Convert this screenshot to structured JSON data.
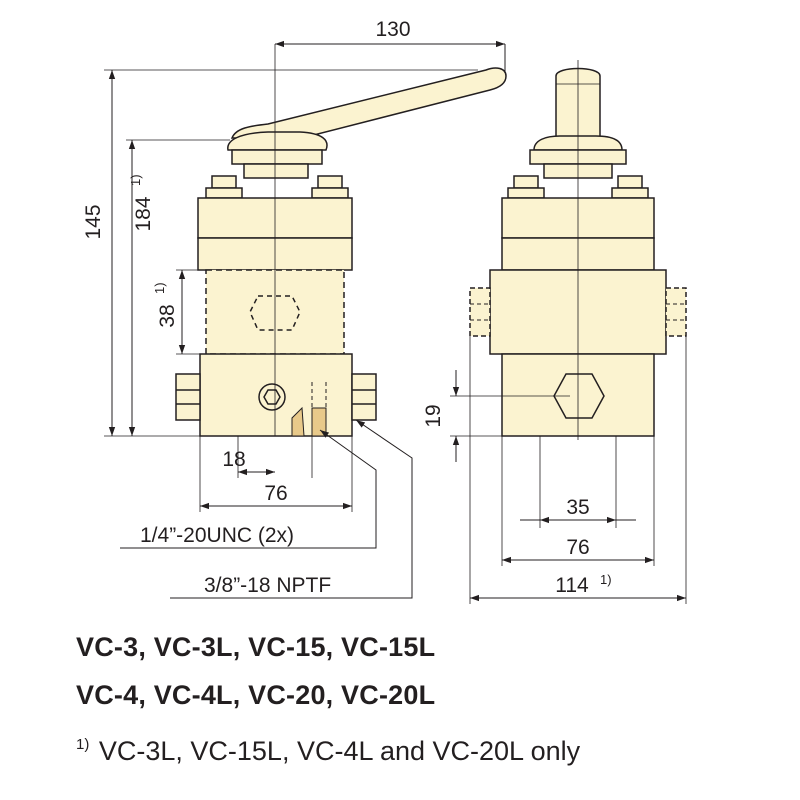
{
  "colors": {
    "body_fill": "#fbf3d0",
    "line": "#231f20",
    "dim_line": "#231f20"
  },
  "front_view": {
    "dim_width_overall": "130",
    "dim_height_total": "145",
    "dim_height_total_l": "184",
    "dim_height_total_l_note": "1)",
    "dim_port_height": "38",
    "dim_port_height_note": "1)",
    "dim_bottom_small": "18",
    "dim_bottom_base": "76",
    "thread_label_1": "1/4”-20UNC (2x)",
    "thread_label_2": "3/8”-18 NPTF"
  },
  "side_view": {
    "dim_port_offset": "19",
    "dim_bolt_spacing": "35",
    "dim_base_width": "76",
    "dim_overall_width": "114",
    "dim_overall_width_note": "1)"
  },
  "models": {
    "line_1": "VC-3, VC-3L, VC-15, VC-15L",
    "line_2": "VC-4, VC-4L, VC-20, VC-20L"
  },
  "footnote": {
    "mark": "1)",
    "text": "VC-3L, VC-15L, VC-4L and VC-20L only"
  }
}
